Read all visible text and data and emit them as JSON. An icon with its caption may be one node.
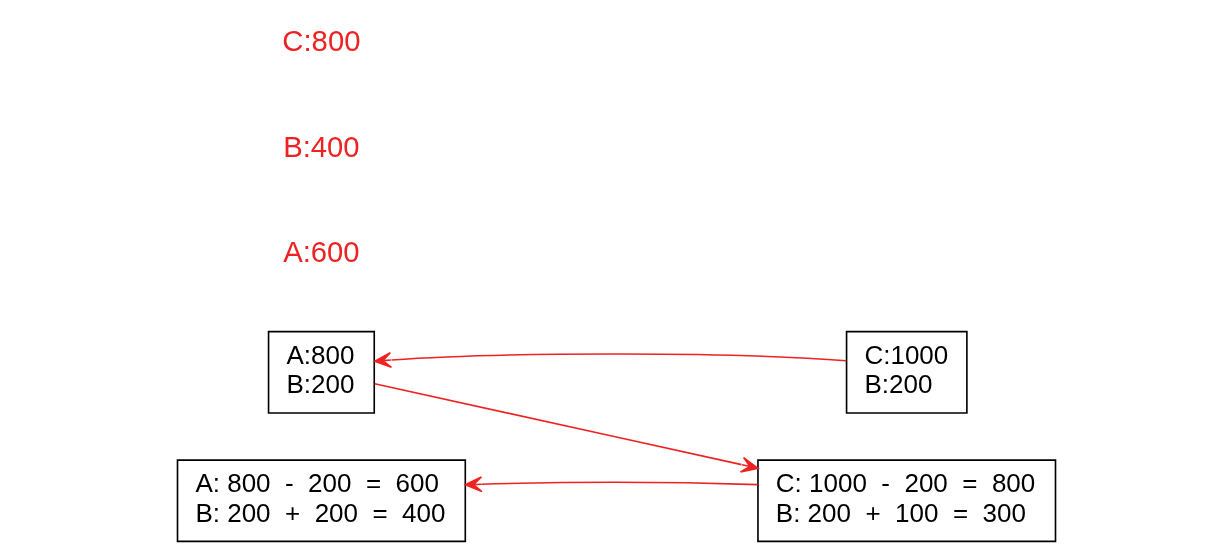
{
  "diagram": {
    "nodes": [
      {
        "text": [
          "A:800",
          "B:200"
        ]
      },
      {
        "text": [
          "C:1000",
          "B:200"
        ]
      },
      {
        "text": [
          "A: 800  -  200  =  600",
          "B: 200  +  200  =  400"
        ]
      },
      {
        "text": [
          "C: 1000  -  200  =  800",
          "B: 200  +  100  =  300"
        ]
      }
    ],
    "edges": [
      {
        "from": 1,
        "to": 0,
        "arrow": "to"
      },
      {
        "from": 0,
        "to": 3,
        "arrow": "to"
      },
      {
        "from": 3,
        "to": 2,
        "arrow": "to"
      }
    ],
    "labels": [
      "A:600",
      "B:400",
      "C:800"
    ]
  }
}
